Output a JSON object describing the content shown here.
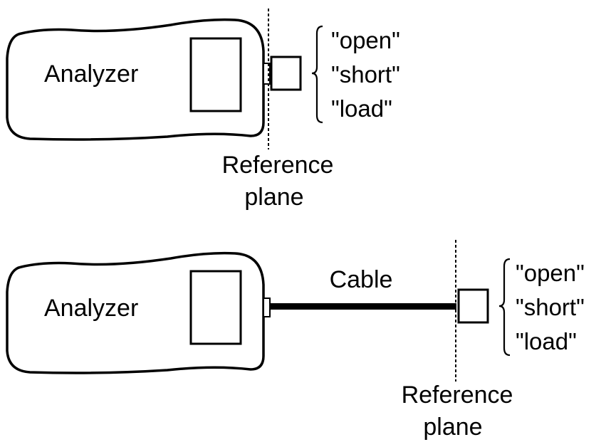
{
  "top_setup": {
    "device_label": "Analyzer",
    "reference_label": [
      "Reference",
      "plane"
    ],
    "standards": [
      "\"open\"",
      "\"short\"",
      "\"load\""
    ]
  },
  "bottom_setup": {
    "device_label": "Analyzer",
    "cable_label": "Cable",
    "reference_label": [
      "Reference",
      "plane"
    ],
    "standards": [
      "\"open\"",
      "\"short\"",
      "\"load\""
    ]
  }
}
